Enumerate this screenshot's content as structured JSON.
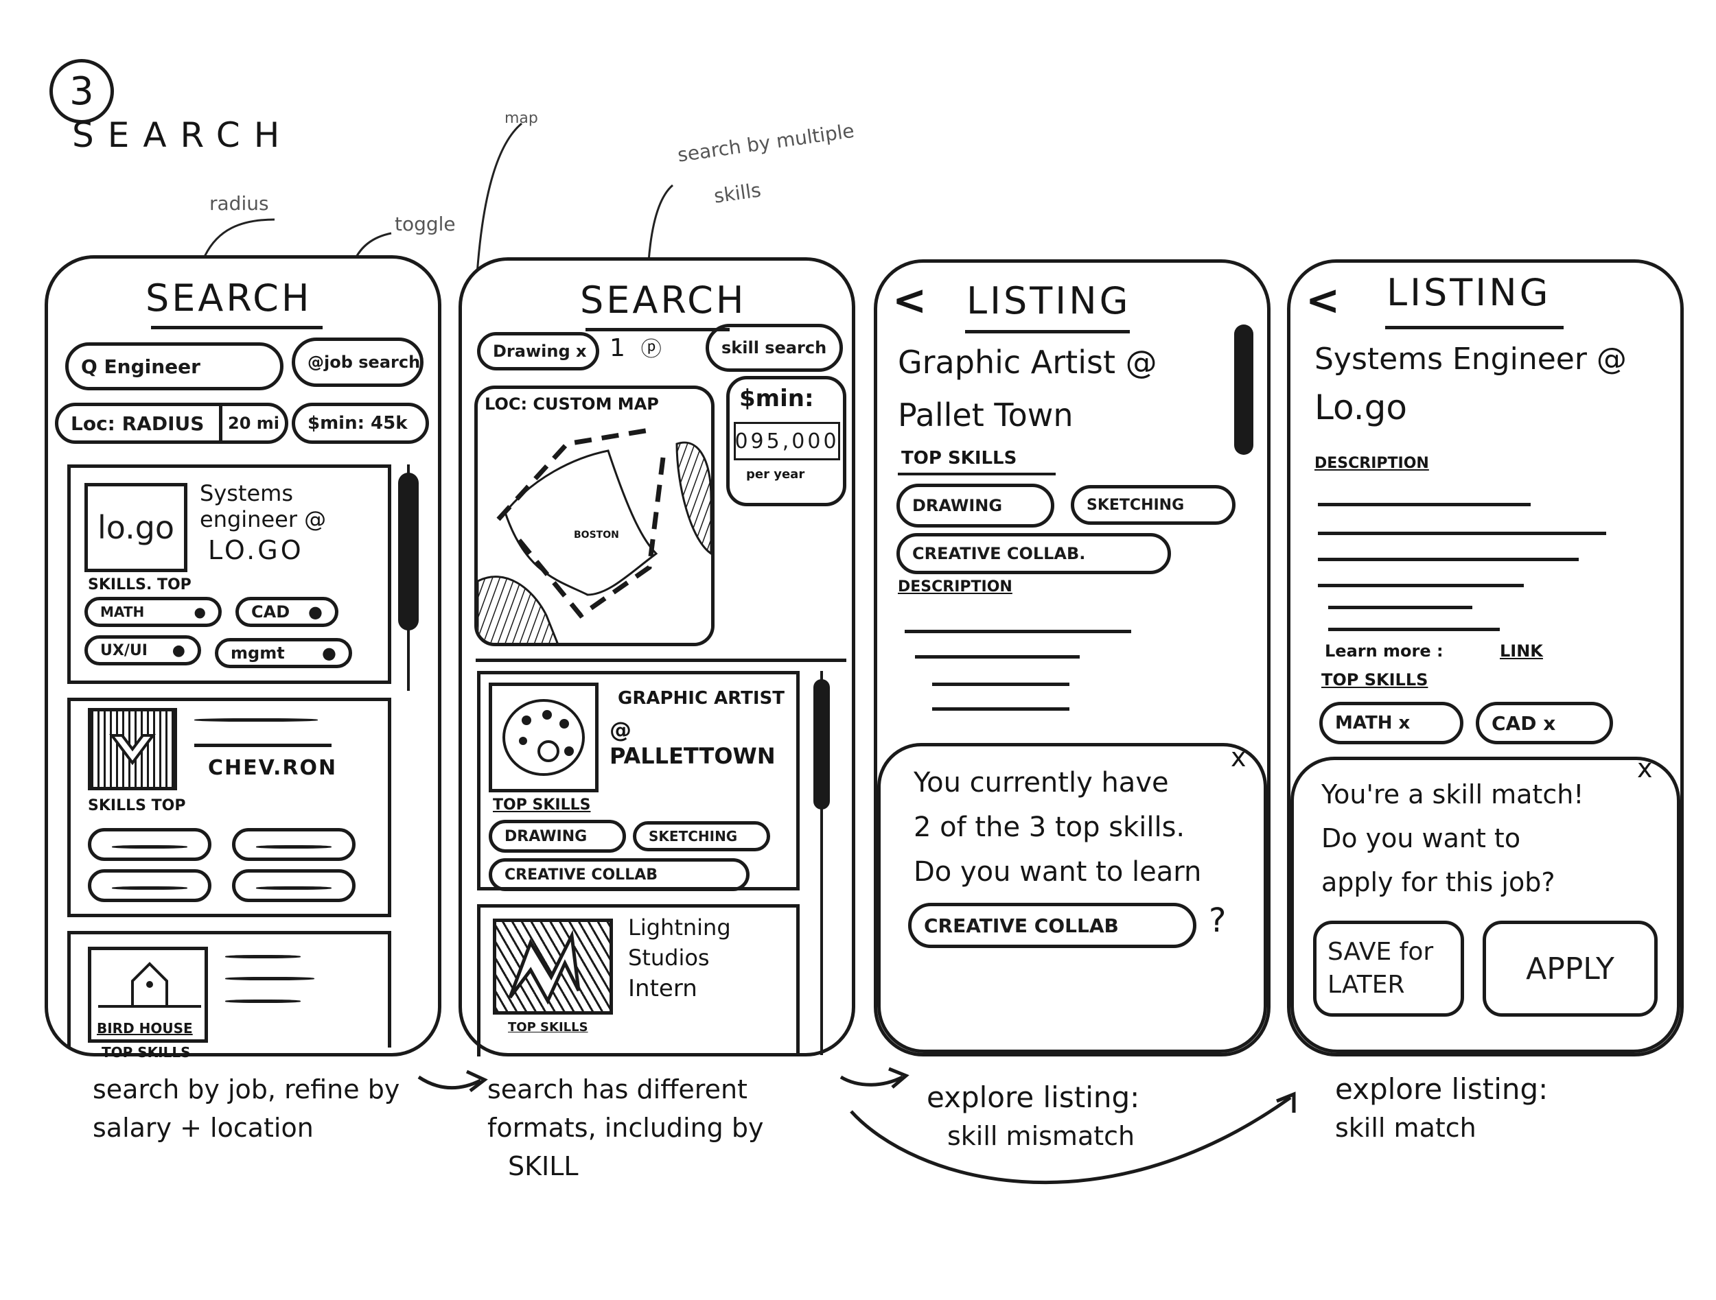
{
  "page": {
    "number": "3",
    "title": "SEARCH"
  },
  "notes": {
    "radius": "radius",
    "toggle": "toggle",
    "map": "map",
    "multi_skills_1": "search by multiple",
    "multi_skills_2": "skills"
  },
  "screen1": {
    "title": "SEARCH",
    "search_value": "Q Engineer",
    "toggle_label": "@job search",
    "loc_label": "Loc: RADIUS",
    "radius_value": "20 mi",
    "salary_label": "$min: 45k",
    "card1": {
      "logo": "lo.go",
      "title_1": "Systems",
      "title_2": "engineer @",
      "company": "LO.GO",
      "skills_header": "SKILLS. TOP",
      "skills": [
        "MATH",
        "CAD",
        "UX/UI",
        "mgmt"
      ]
    },
    "card2": {
      "company": "CHEV.RON",
      "skills_header": "SKILLS TOP"
    },
    "card3": {
      "logo_label": "BIRD HOUSE",
      "skills_header": "TOP SKILLS"
    }
  },
  "screen2": {
    "title": "SEARCH",
    "skill_chip": "Drawing x",
    "toggle_label": "skill search",
    "loc_label": "LOC: CUSTOM MAP",
    "map_label": "BOSTON",
    "salary_label": "$min:",
    "salary_value": "095,000",
    "salary_unit": "per year",
    "card1": {
      "title_1": "GRAPHIC ARTIST",
      "title_2": "@ PALLETTOWN",
      "skills_header": "TOP SKILLS",
      "skills": [
        "DRAWING",
        "SKETCHING",
        "CREATIVE COLLAB"
      ]
    },
    "card2": {
      "title_1": "Lightning",
      "title_2": "Studios",
      "title_3": "Intern",
      "skills_header": "TOP SKILLS"
    }
  },
  "screen3": {
    "back": "<",
    "title": "LISTING",
    "job_title_1": "Graphic Artist @",
    "job_title_2": "Pallet Town",
    "skills_header": "TOP SKILLS",
    "skills": [
      "DRAWING",
      "SKETCHING",
      "CREATIVE COLLAB."
    ],
    "description_header": "DESCRIPTION",
    "close": "x",
    "popup_1": "You currently have",
    "popup_2": "2 of the 3 top skills.",
    "popup_3": "Do you want to learn",
    "popup_skill": "CREATIVE COLLAB",
    "popup_q": "?"
  },
  "screen4": {
    "back": "<",
    "title": "LISTING",
    "job_title_1": "Systems Engineer @",
    "job_title_2": "Lo.go",
    "description_header": "DESCRIPTION",
    "learn_more_label": "Learn more :",
    "learn_more_link": "LINK",
    "skills_header": "TOP SKILLS",
    "skills": [
      "MATH x",
      "CAD x"
    ],
    "close": "x",
    "popup_1": "You're a skill match!",
    "popup_2": "Do you want to",
    "popup_3": "apply for this job?",
    "save_button": "SAVE for LATER",
    "apply_button": "APPLY"
  },
  "captions": {
    "c1_1": "search by job, refine by",
    "c1_2": "salary + location",
    "c2_1": "search has different",
    "c2_2": "formats, including by",
    "c2_3": "SKILL",
    "c3_1": "explore listing:",
    "c3_2": "skill mismatch",
    "c4_1": "explore listing:",
    "c4_2": "skill match"
  }
}
